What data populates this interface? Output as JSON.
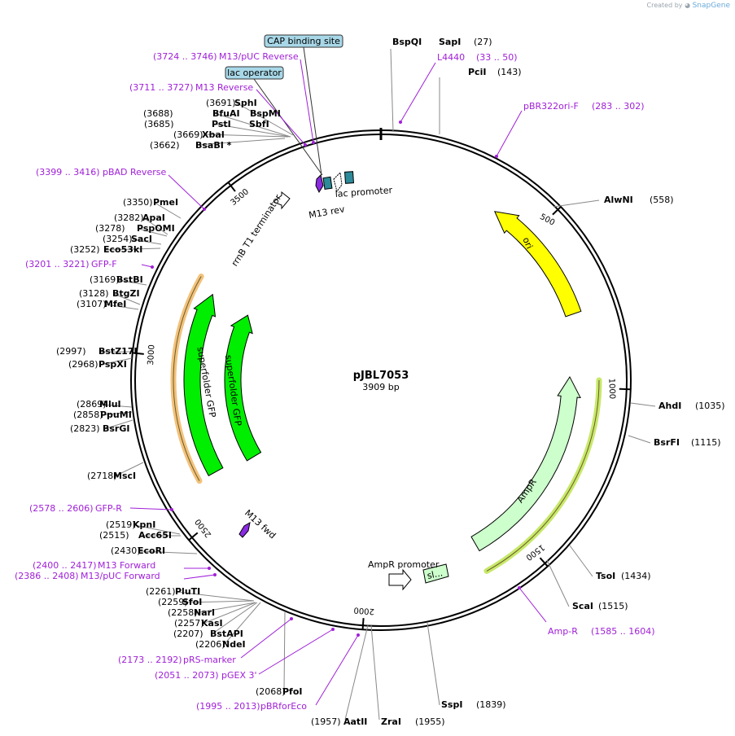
{
  "app": {
    "brand_prefix": "Created by",
    "brand_name": "SnapGene"
  },
  "plasmid": {
    "name": "pJBL7053",
    "length_label": "3909 bp",
    "length": 3909
  },
  "ticks": [
    "500",
    "1000",
    "1500",
    "2000",
    "2500",
    "3000",
    "3500"
  ],
  "enzymes": [
    {
      "name": "BspQI",
      "name2": "SapI",
      "pos": "(27)"
    },
    {
      "name": "PciI",
      "pos": "(143)"
    },
    {
      "name": "AlwNI",
      "pos": "(558)"
    },
    {
      "name": "AhdI",
      "pos": "(1035)"
    },
    {
      "name": "BsrFI",
      "pos": "(1115)"
    },
    {
      "name": "TsoI",
      "pos": "(1434)"
    },
    {
      "name": "ScaI",
      "pos": "(1515)"
    },
    {
      "name": "SspI",
      "pos": "(1839)"
    },
    {
      "name": "ZraI",
      "pos": "(1955)"
    },
    {
      "name": "AatII",
      "pos": "(1957)"
    },
    {
      "name": "PfoI",
      "pos": "(2068)"
    },
    {
      "name": "NdeI",
      "pos": "(2206)"
    },
    {
      "name": "BstAPI",
      "pos": "(2207)"
    },
    {
      "name": "KasI",
      "pos": "(2257)"
    },
    {
      "name": "NarI",
      "pos": "(2258)"
    },
    {
      "name": "SfoI",
      "pos": "(2259)"
    },
    {
      "name": "PluTI",
      "pos": "(2261)"
    },
    {
      "name": "EcoRI",
      "pos": "(2430)"
    },
    {
      "name": "Acc65I",
      "pos": "(2515)"
    },
    {
      "name": "KpnI",
      "pos": "(2519)"
    },
    {
      "name": "MscI",
      "pos": "(2718)"
    },
    {
      "name": "BsrGI",
      "pos": "(2823)"
    },
    {
      "name": "PpuMI",
      "pos": "(2858)"
    },
    {
      "name": "MluI",
      "pos": "(2869)"
    },
    {
      "name": "PspXI",
      "pos": "(2968)"
    },
    {
      "name": "BstZ17I",
      "pos": "(2997)"
    },
    {
      "name": "MfeI",
      "pos": "(3107)"
    },
    {
      "name": "BtgZI",
      "pos": "(3128)"
    },
    {
      "name": "BstBI",
      "pos": "(3169)"
    },
    {
      "name": "Eco53kI",
      "pos": "(3252)"
    },
    {
      "name": "SacI",
      "pos": "(3254)"
    },
    {
      "name": "PspOMI",
      "pos": "(3278)"
    },
    {
      "name": "ApaI",
      "pos": "(3282)"
    },
    {
      "name": "PmeI",
      "pos": "(3350)"
    },
    {
      "name": "BsaBI *",
      "pos": "(3662)"
    },
    {
      "name": "XbaI",
      "pos": "(3669)"
    },
    {
      "name": "PstI",
      "name2": "SbfI",
      "pos": "(3685)"
    },
    {
      "name": "BfuAI",
      "name2": "BspMI",
      "pos": "(3688)"
    },
    {
      "name": "SphI",
      "pos": "(3691)"
    }
  ],
  "primers": [
    {
      "name": "L4440",
      "range": "(33 .. 50)"
    },
    {
      "name": "pBR322ori-F",
      "range": "(283 .. 302)"
    },
    {
      "name": "Amp-R",
      "range": "(1585 .. 1604)"
    },
    {
      "name": "pBRforEco",
      "range": "(1995 .. 2013)"
    },
    {
      "name": "pGEX 3'",
      "range": "(2051 .. 2073)"
    },
    {
      "name": "pRS-marker",
      "range": "(2173 .. 2192)"
    },
    {
      "name": "M13/pUC Forward",
      "range": "(2386 .. 2408)"
    },
    {
      "name": "M13 Forward",
      "range": "(2400 .. 2417)"
    },
    {
      "name": "GFP-R",
      "range": "(2578 .. 2606)"
    },
    {
      "name": "GFP-F",
      "range": "(3201 .. 3221)"
    },
    {
      "name": "pBAD Reverse",
      "range": "(3399 .. 3416)"
    },
    {
      "name": "M13 Reverse",
      "range": "(3711 .. 3727)"
    },
    {
      "name": "M13/pUC Reverse",
      "range": "(3724 .. 3746)"
    }
  ],
  "boxed_features": [
    {
      "label": "CAP binding site",
      "color": "#a8d8e8"
    },
    {
      "label": "lac operator",
      "color": "#a8d8e8"
    }
  ],
  "features": [
    {
      "label": "ori",
      "color": "#ffff00"
    },
    {
      "label": "AmpR",
      "color": "#ccffcc"
    },
    {
      "label": "AmpR promoter",
      "color": "#ffffff"
    },
    {
      "label": "superfolder GFP",
      "color": "#00ee00"
    },
    {
      "label": "superfolder GFP",
      "color": "#00ee00"
    },
    {
      "label": "rrnB T1 terminator",
      "color": "#ffffff"
    },
    {
      "label": "M13 rev",
      "color": "#8a2be2"
    },
    {
      "label": "lac promoter",
      "color": "#ffffff"
    },
    {
      "label": "M13 fwd",
      "color": "#8a2be2"
    },
    {
      "label": "sl...",
      "color": "#ccffcc"
    }
  ],
  "colors": {
    "primer": "#a020d8",
    "ori": "#ffff00",
    "gfp": "#00ee00",
    "amp": "#ccffcc",
    "operator": "#2c8a99",
    "highlight_orange": "#f2c27b",
    "highlight_green": "#c7e86a"
  }
}
